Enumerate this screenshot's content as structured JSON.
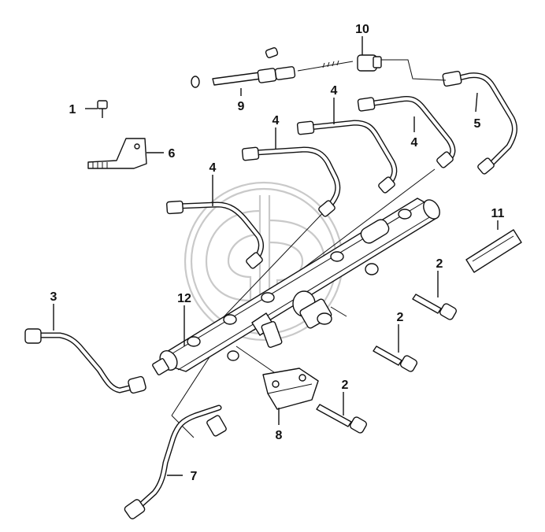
{
  "diagram": {
    "callouts": [
      {
        "id": "c1",
        "text": "1"
      },
      {
        "id": "c2a",
        "text": "2"
      },
      {
        "id": "c2b",
        "text": "2"
      },
      {
        "id": "c2c",
        "text": "2"
      },
      {
        "id": "c3",
        "text": "3"
      },
      {
        "id": "c4a",
        "text": "4"
      },
      {
        "id": "c4b",
        "text": "4"
      },
      {
        "id": "c4c",
        "text": "4"
      },
      {
        "id": "c4d",
        "text": "4"
      },
      {
        "id": "c5",
        "text": "5"
      },
      {
        "id": "c6",
        "text": "6"
      },
      {
        "id": "c7",
        "text": "7"
      },
      {
        "id": "c8",
        "text": "8"
      },
      {
        "id": "c9",
        "text": "9"
      },
      {
        "id": "c10",
        "text": "10"
      },
      {
        "id": "c11",
        "text": "11"
      },
      {
        "id": "c12",
        "text": "12"
      }
    ],
    "watermark_icon": "logo-watermark-icon"
  }
}
